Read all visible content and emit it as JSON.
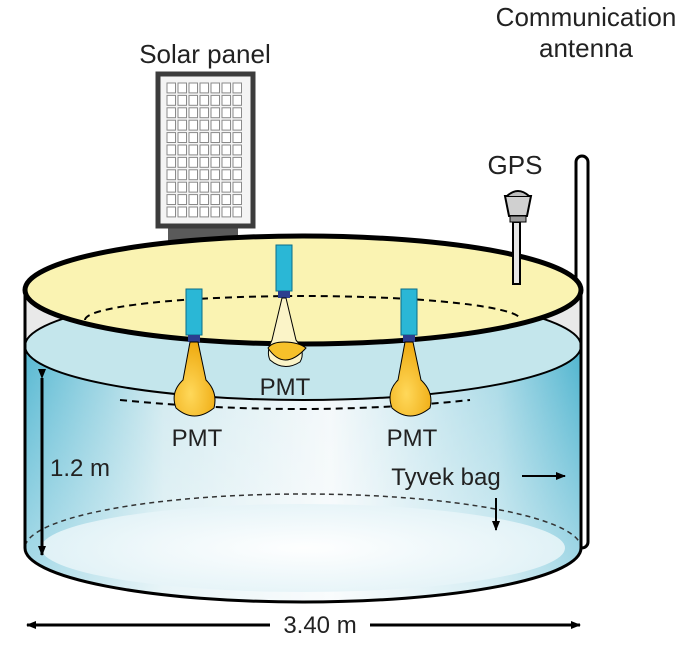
{
  "labels": {
    "solar_panel": "Solar panel",
    "comm_line1": "Communication",
    "comm_line2": "antenna",
    "gps": "GPS",
    "pmt_center": "PMT",
    "pmt_left": "PMT",
    "pmt_right": "PMT",
    "height": "1.2 m",
    "tyvek": "Tyvek bag",
    "width": "3.40 m"
  },
  "colors": {
    "water_top": "#bfe4ea",
    "water_side_dark": "#62bfd6",
    "tank_lid": "#faf3b2",
    "pmt": "#f6c12a",
    "pmt_center": "#fbf4c8",
    "pmt_cable": "#2ab7d6",
    "panel_frame": "#595959",
    "panel_cell": "#d9d9d9",
    "outline": "#000000"
  }
}
